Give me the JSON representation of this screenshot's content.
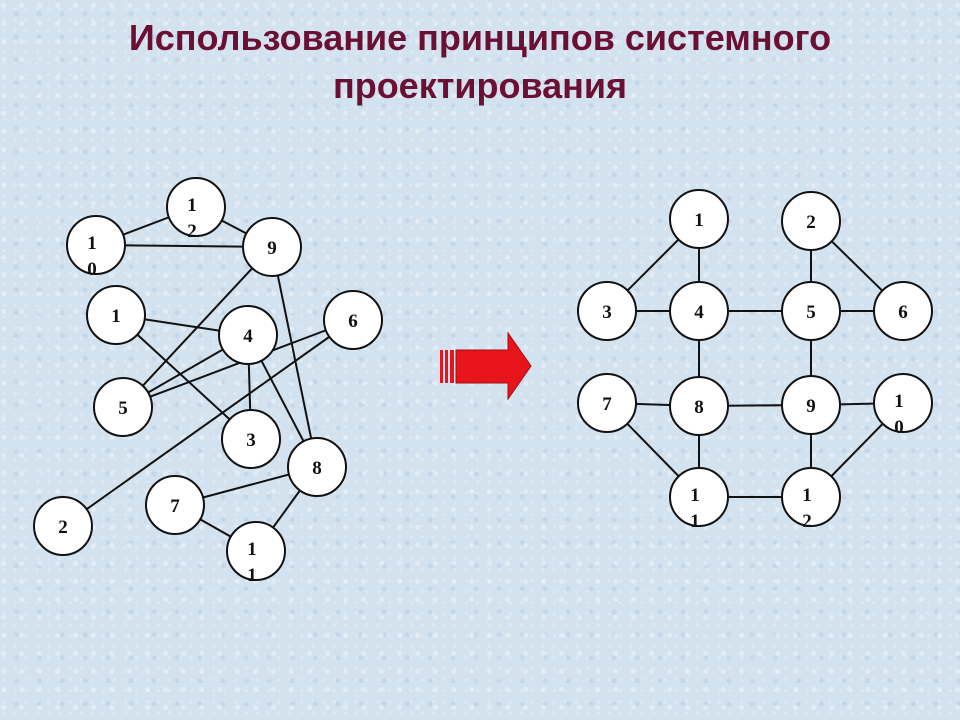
{
  "title": {
    "line1": "Использование принципов системного",
    "line2": "проектирования"
  },
  "colors": {
    "title": "#6b0f33",
    "arrow": "#e8141c",
    "node_fill": "#ffffff",
    "node_stroke": "#111111"
  },
  "arrow_icon": "right-arrow-icon",
  "left_graph": {
    "nodes": [
      {
        "id": "1",
        "label": "1"
      },
      {
        "id": "2",
        "label": "2"
      },
      {
        "id": "3",
        "label": "3"
      },
      {
        "id": "4",
        "label": "4"
      },
      {
        "id": "5",
        "label": "5"
      },
      {
        "id": "6",
        "label": "6"
      },
      {
        "id": "7",
        "label": "7"
      },
      {
        "id": "8",
        "label": "8"
      },
      {
        "id": "9",
        "label": "9"
      },
      {
        "id": "10",
        "label": "1 0"
      },
      {
        "id": "11",
        "label": "1 1"
      },
      {
        "id": "12",
        "label": "1 2"
      }
    ],
    "edges": [
      [
        "10",
        "12"
      ],
      [
        "10",
        "9"
      ],
      [
        "12",
        "9"
      ],
      [
        "9",
        "5"
      ],
      [
        "9",
        "8"
      ],
      [
        "1",
        "4"
      ],
      [
        "1",
        "3"
      ],
      [
        "4",
        "5"
      ],
      [
        "4",
        "3"
      ],
      [
        "4",
        "8"
      ],
      [
        "6",
        "5"
      ],
      [
        "6",
        "2"
      ],
      [
        "7",
        "8"
      ],
      [
        "7",
        "11"
      ],
      [
        "8",
        "11"
      ]
    ]
  },
  "right_graph": {
    "nodes": [
      {
        "id": "1",
        "label": "1"
      },
      {
        "id": "2",
        "label": "2"
      },
      {
        "id": "3",
        "label": "3"
      },
      {
        "id": "4",
        "label": "4"
      },
      {
        "id": "5",
        "label": "5"
      },
      {
        "id": "6",
        "label": "6"
      },
      {
        "id": "7",
        "label": "7"
      },
      {
        "id": "8",
        "label": "8"
      },
      {
        "id": "9",
        "label": "9"
      },
      {
        "id": "10",
        "label": "1 0"
      },
      {
        "id": "11",
        "label": "1 1"
      },
      {
        "id": "12",
        "label": "1 2"
      }
    ],
    "edges": [
      [
        "1",
        "3"
      ],
      [
        "1",
        "4"
      ],
      [
        "3",
        "4"
      ],
      [
        "4",
        "5"
      ],
      [
        "4",
        "8"
      ],
      [
        "2",
        "5"
      ],
      [
        "2",
        "6"
      ],
      [
        "5",
        "6"
      ],
      [
        "5",
        "9"
      ],
      [
        "7",
        "8"
      ],
      [
        "8",
        "9"
      ],
      [
        "9",
        "10"
      ],
      [
        "8",
        "11"
      ],
      [
        "7",
        "11"
      ],
      [
        "11",
        "12"
      ],
      [
        "9",
        "12"
      ],
      [
        "10",
        "12"
      ]
    ]
  }
}
